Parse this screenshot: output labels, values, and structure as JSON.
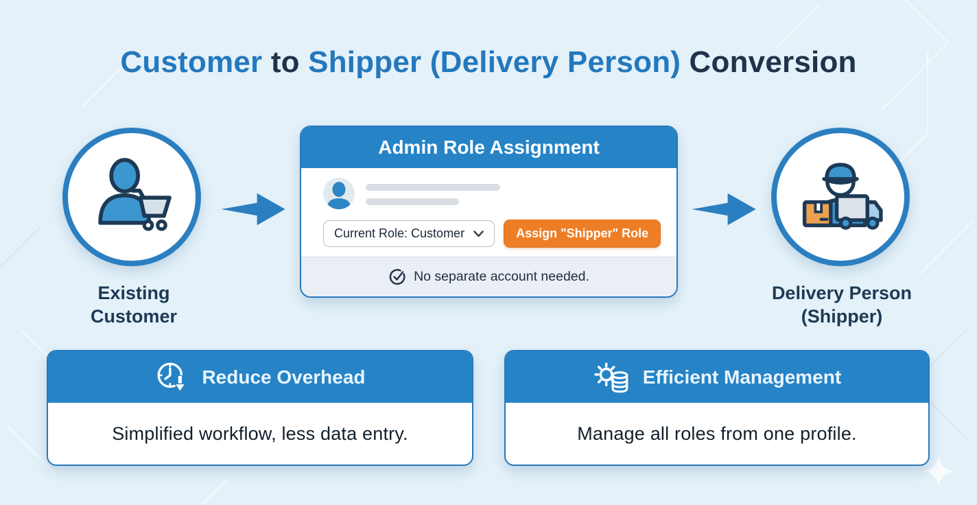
{
  "title": {
    "part_customer": "Customer",
    "part_to": " to ",
    "part_shipper": "Shipper (Delivery Person)",
    "part_conversion": " Conversion"
  },
  "flow": {
    "left_actor": {
      "icon": "customer-cart-icon",
      "label_line1": "Existing",
      "label_line2": "Customer"
    },
    "right_actor": {
      "icon": "delivery-person-truck-icon",
      "label_line1": "Delivery Person",
      "label_line2": "(Shipper)"
    },
    "arrow_icon": "arrow-right-icon"
  },
  "admin_card": {
    "header": "Admin Role Assignment",
    "avatar_icon": "user-avatar-icon",
    "dropdown": {
      "value": "Current Role: Customer",
      "chevron_icon": "chevron-down-icon"
    },
    "assign_button_label": "Assign \"Shipper\" Role",
    "note": {
      "icon": "check-circle-icon",
      "text": "No separate account needed."
    }
  },
  "benefits": [
    {
      "icon": "clock-down-icon",
      "title": "Reduce Overhead",
      "description": "Simplified workflow, less data entry."
    },
    {
      "icon": "gear-database-icon",
      "title": "Efficient Management",
      "description": "Manage all roles from one profile."
    }
  ],
  "colors": {
    "background": "#e4f1f9",
    "accent_blue": "#2583c6",
    "title_blue": "#2478bd",
    "navy": "#20334a",
    "circle_border": "#2b7fc0",
    "orange": "#ee7e26",
    "footer_gray": "#e9eff5"
  }
}
